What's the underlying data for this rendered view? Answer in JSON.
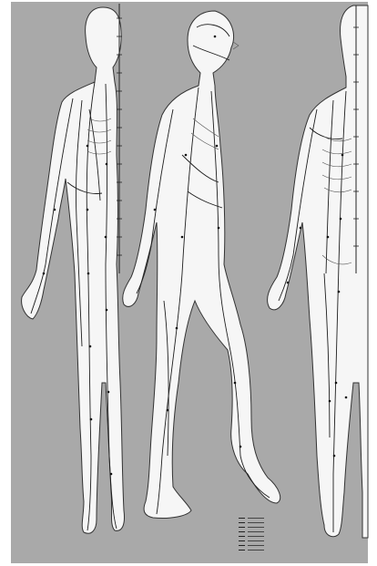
{
  "image": {
    "subject": "acupuncture-meridian-chart",
    "colors": {
      "background": "#a9a9a9",
      "body_fill": "#f6f6f6",
      "body_outline": "#333333",
      "meridian_line": "#1e1e1e",
      "point_marker": "#111111"
    },
    "figures": [
      {
        "view": "front-oblique"
      },
      {
        "view": "side-walking"
      },
      {
        "view": "back"
      }
    ]
  }
}
